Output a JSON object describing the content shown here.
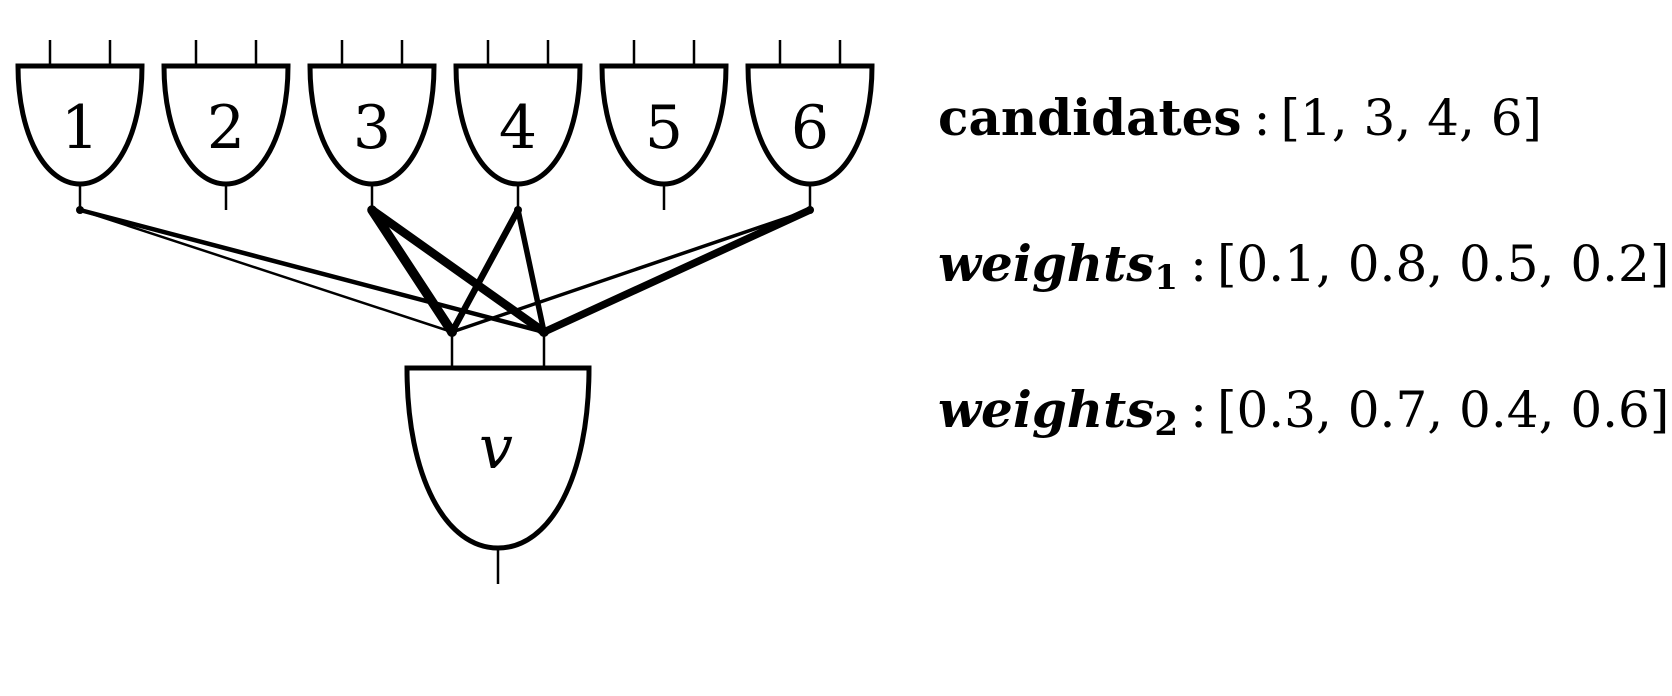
{
  "gates": [
    {
      "label": "1"
    },
    {
      "label": "2"
    },
    {
      "label": "3"
    },
    {
      "label": "4"
    },
    {
      "label": "5"
    },
    {
      "label": "6"
    }
  ],
  "output_gate": {
    "label": "v"
  },
  "candidates": [
    1,
    3,
    4,
    6
  ],
  "weights_1": [
    0.1,
    0.8,
    0.5,
    0.2
  ],
  "weights_2": [
    0.3,
    0.7,
    0.4,
    0.6
  ],
  "info": {
    "candidates_key": "candidates",
    "candidates_value": "[1, 3, 4, 6]",
    "weights1_key": "weights",
    "weights1_sub": "1",
    "weights1_value": "[0.1, 0.8, 0.5, 0.2]",
    "weights2_key": "weights",
    "weights2_sub": "2",
    "weights2_value": "[0.3, 0.7, 0.4, 0.6]",
    "separator": ":"
  }
}
